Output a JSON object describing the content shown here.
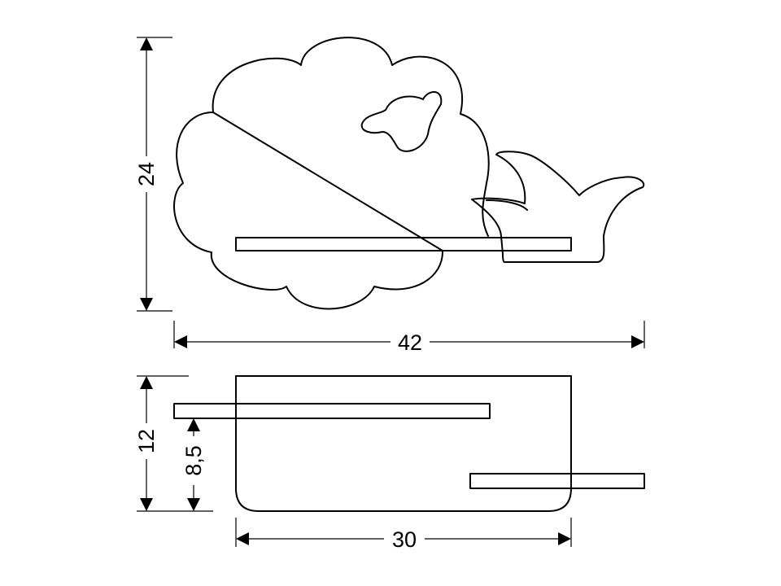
{
  "dimensions": {
    "height_total": "24",
    "width_total": "42",
    "depth_total": "12",
    "depth_shelf": "8,5",
    "width_base": "30"
  },
  "colors": {
    "line": "#000000",
    "background": "#ffffff"
  }
}
